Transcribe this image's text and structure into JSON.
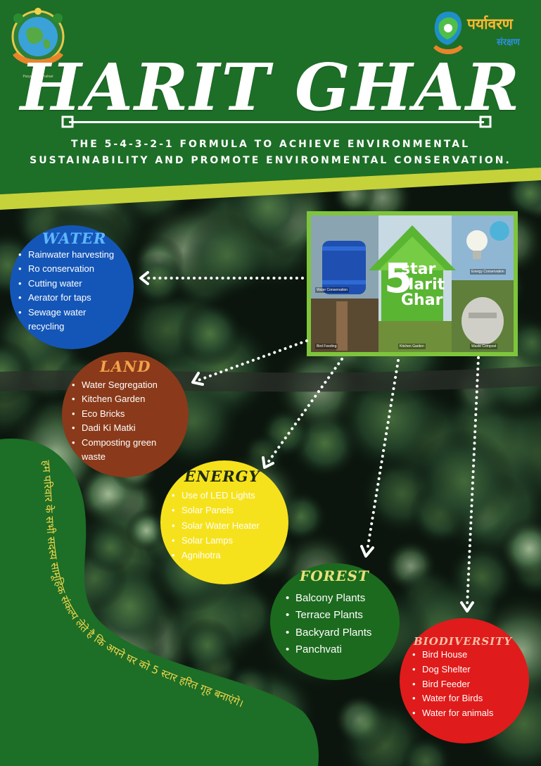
{
  "header": {
    "title": "HARIT GHAR",
    "subtitle_line1": "THE 5-4-3-2-1 FORMULA TO ACHIEVE ENVIRONMENTAL",
    "subtitle_line2": "SUSTAINABILITY AND PROMOTE ENVIRONMENTAL CONSERVATION.",
    "logo_left_caption": "Paryavaran Prahari",
    "logo_right_main": "पर्यावरण",
    "logo_right_sub": "संरक्षण"
  },
  "feature": {
    "star_word": "star",
    "harit_word": "Harit",
    "ghar_word": "Ghar",
    "five": "5",
    "tiles": {
      "water": "Water Conservation",
      "energy": "Energy Conservation",
      "bird": "Bird Feeding",
      "kitchen": "Kitchen Garden",
      "waste": "Waste Compost"
    }
  },
  "sections": {
    "water": {
      "title": "WATER",
      "items": [
        "Rainwater harvesting",
        "Ro conservation",
        "Cutting water",
        "Aerator for taps",
        "Sewage water recycling"
      ]
    },
    "land": {
      "title": "LAND",
      "items": [
        "Water Segregation",
        "Kitchen Garden",
        "Eco Bricks",
        "Dadi Ki Matki",
        "Composting green waste"
      ]
    },
    "energy": {
      "title": "ENERGY",
      "items": [
        "Use of LED Lights",
        "Solar Panels",
        "Solar Water Heater",
        "Solar Lamps",
        "Agnihotra"
      ]
    },
    "forest": {
      "title": "FOREST",
      "items": [
        "Balcony Plants",
        "Terrace Plants",
        "Backyard Plants",
        "Panchvati"
      ]
    },
    "biodiversity": {
      "title": "BIODIVERSITY",
      "items": [
        "Bird House",
        "Dog Shelter",
        "Bird Feeder",
        "Water for Birds",
        "Water for animals"
      ]
    }
  },
  "pledge": "हम परिवार के सभी सदस्य सामूहिक संकल्प लेते है कि अपने घर को 5 स्टार हरित गृह बनाएंगे।",
  "colors": {
    "header_green": "#1d6e27",
    "stripe_yellow": "#c5d23a",
    "water": "#1456b8",
    "land": "#8a3a1a",
    "energy": "#f6e21c",
    "forest": "#1c6a1e",
    "biodiversity": "#e01b1b",
    "frame": "#7ec53c"
  }
}
